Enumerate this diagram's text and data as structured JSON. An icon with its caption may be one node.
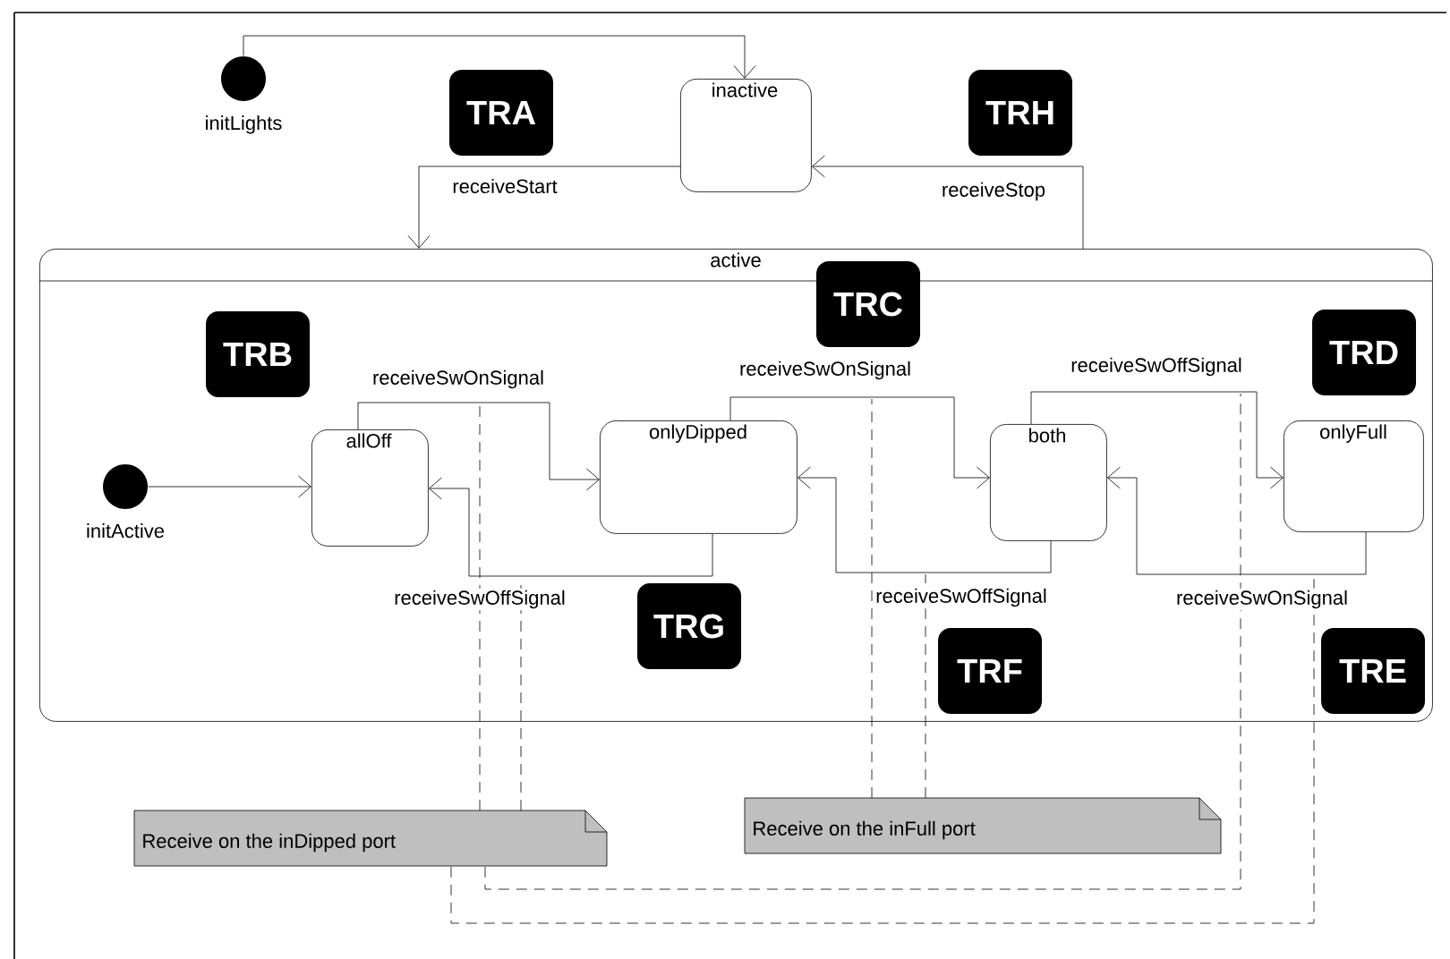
{
  "diagram": {
    "nodes": [
      {
        "text": [],
        "shape": "circle",
        "beside": [
          "initLights"
        ]
      },
      {
        "text": [
          "inactive"
        ]
      },
      {
        "text": [
          "active"
        ]
      },
      {
        "text": [],
        "shape": "circle",
        "beside": [
          "initActive"
        ],
        "in": 2
      },
      {
        "text": [
          "allOff"
        ],
        "in": 2
      },
      {
        "text": [
          "onlyDipped"
        ],
        "in": 2
      },
      {
        "text": [
          "both"
        ],
        "in": 2
      },
      {
        "text": [
          "onlyFull"
        ],
        "in": 2
      },
      {
        "text": [
          "Receive on the inDipped port"
        ]
      },
      {
        "text": [
          "Receive on the inFull port"
        ]
      },
      {
        "text": [
          "TRA"
        ]
      },
      {
        "text": [
          "TRH"
        ]
      },
      {
        "text": [
          "TRC"
        ],
        "in": 2
      },
      {
        "text": [
          "TRB"
        ],
        "in": 2
      },
      {
        "text": [
          "TRD"
        ],
        "in": 2
      },
      {
        "text": [
          "TRG"
        ],
        "in": 2
      },
      {
        "text": [
          "TRF"
        ],
        "in": 2
      },
      {
        "text": [
          "TRE"
        ],
        "in": 2
      }
    ],
    "edges": [
      {
        "from": 0,
        "to": 1,
        "arrow": "to"
      },
      {
        "from": 1,
        "to": 2,
        "arrow": "to",
        "label": "receiveStart"
      },
      {
        "from": 2,
        "to": 1,
        "arrow": "to",
        "label": "receiveStop"
      },
      {
        "from": 3,
        "to": 4,
        "arrow": "to"
      },
      {
        "from": 4,
        "to": 5,
        "arrow": "to",
        "label": "receiveSwOnSignal"
      },
      {
        "from": 5,
        "to": 4,
        "arrow": "to",
        "label": "receiveSwOffSignal"
      },
      {
        "from": 5,
        "to": 6,
        "arrow": "to",
        "label": "receiveSwOnSignal"
      },
      {
        "from": 6,
        "to": 5,
        "arrow": "to",
        "label": "receiveSwOffSignal"
      },
      {
        "from": 6,
        "to": 7,
        "arrow": "to",
        "label": "receiveSwOffSignal"
      },
      {
        "from": 7,
        "to": 6,
        "arrow": "to",
        "label": "receiveSwOnSignal"
      },
      {
        "from": 8,
        "to": null,
        "arrow": "none",
        "style": "dashed"
      },
      {
        "from": 8,
        "to": null,
        "arrow": "none",
        "style": "dashed"
      },
      {
        "from": 8,
        "to": null,
        "arrow": "none",
        "style": "dashed"
      },
      {
        "from": 8,
        "to": null,
        "arrow": "none",
        "style": "dashed"
      },
      {
        "from": 9,
        "to": null,
        "arrow": "none",
        "style": "dashed"
      },
      {
        "from": 9,
        "to": null,
        "arrow": "none",
        "style": "dashed"
      }
    ]
  }
}
